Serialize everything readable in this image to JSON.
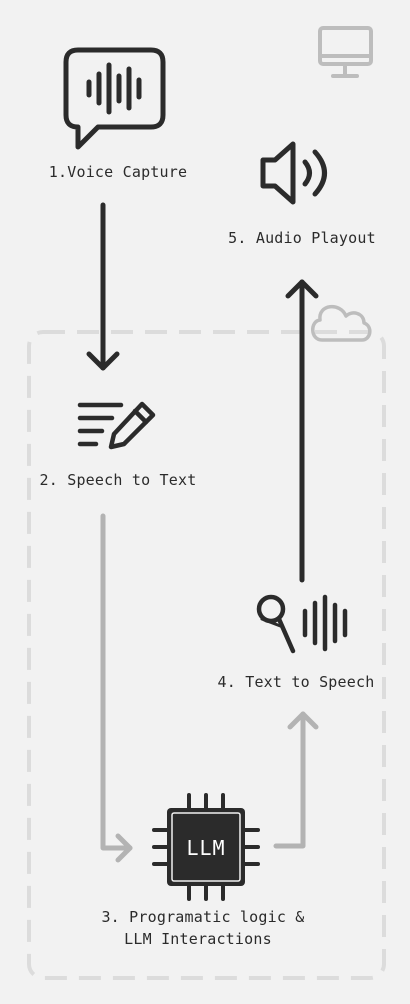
{
  "steps": {
    "voice_capture": "1.Voice Capture",
    "speech_to_text": "2. Speech to Text",
    "llm_logic_line1": "3. Programatic logic &",
    "llm_logic_line2": "LLM Interactions",
    "text_to_speech": "4. Text to Speech",
    "audio_playout": "5. Audio Playout"
  },
  "chip_label": "LLM",
  "icons": {
    "step1": "speech-bubble-waveform-icon",
    "step2": "text-lines-pencil-icon",
    "step3": "llm-chip-icon",
    "step4": "microphone-waveform-icon",
    "step5": "speaker-icon",
    "client": "monitor-icon",
    "cloud": "cloud-icon"
  },
  "colors": {
    "background": "#f2f2f2",
    "ink": "#2b2b2b",
    "light_arrow": "#b3b3b3",
    "dashed_border": "#dcdcdc",
    "monitor_gray": "#bdbdbd"
  }
}
